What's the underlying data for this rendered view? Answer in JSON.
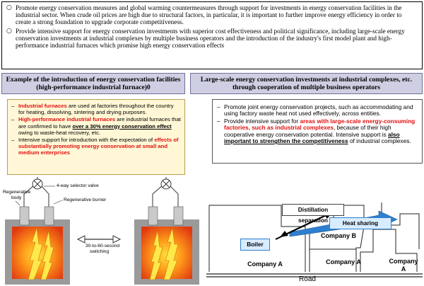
{
  "top_box": {
    "bullet": "○",
    "points": [
      "Promote energy conservation measures and global warming countermeasures through support for investments in energy conservation facilities in the industrial sector. When crude oil prices are high due to structural factors, in particular, it is important to further improve energy efficiency in order to create a strong foundation to upgrade corporate competitiveness.",
      "Provide intensive support for energy conservation investments with superior cost effectiveness and political significance, including large-scale energy conservation investments at industrial complexes by multiple business operators and the introduction of the industry's first model plant and high-performance industrial furnaces which promise high energy conservation effects"
    ]
  },
  "left_section": {
    "header_line1": "Example of the introduction of energy conservation facilities",
    "header_line2": "(high-performance industrial furnace)0",
    "dash": "–",
    "point1": {
      "red": "Industrial furnaces",
      "rest": " are used at factories throughout the country for heating, dissolving, sintering and drying purposes."
    },
    "point2": {
      "red": "High-performance industrial furnaces",
      "mid": " are industrial furnaces that are confirmed to have ",
      "bold": "over a 30% energy conservation effect",
      "rest": " owing to waste-heat recovery, etc."
    },
    "point3": {
      "lead": "Intensive support for introduction with the expectation of ",
      "red": "effects of substantially promoting energy conservation at small and medium enterprises"
    }
  },
  "right_section": {
    "header_line1": "Large-scale energy conservation investments at industrial complexes, etc.",
    "header_line2": "through cooperation of multiple business operators",
    "dash": "–",
    "point1": "Promote joint energy conservation projects, such as accommodating and using factory waste heat not used effectively, across entities.",
    "point2": {
      "lead": "Provide intensive support for ",
      "red": "areas with large-scale energy-consuming factories, such as industrial complexes",
      "mid": ", because of their high cooperative energy conservation potential. Intensive support is ",
      "bold": "also important to strengthen the competitiveness",
      "rest": " of industrial complexes."
    }
  },
  "furnace_diagram": {
    "label_selector_valve": "4-way selector valve",
    "label_regen_body_1": "Regenerative",
    "label_regen_body_2": "body",
    "label_regen_burner": "Regenerative burner",
    "label_switch_1": "30-to-60-second",
    "label_switch_2": "switching"
  },
  "complex_map": {
    "distillation": "Distillation separation",
    "heat_sharing": "Heat sharing",
    "boiler": "Boiler",
    "company_b": "Company B",
    "company_a1": "Company A",
    "company_a2": "Company A",
    "company_a3_1": "Company",
    "company_a3_2": "A",
    "road": "Road"
  },
  "colors": {
    "header_bg": "#cfcfe3",
    "yellow_box_bg": "#fff7d6",
    "emphasis_red": "#e01010",
    "heat_arrow_blue": "#2f7fd0",
    "label_blue_bg": "#d8ecff"
  }
}
